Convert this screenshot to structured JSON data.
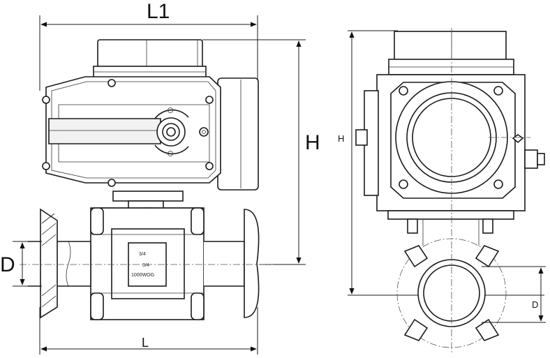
{
  "front_view": {
    "dim_top": "L1",
    "dim_height": "H",
    "dim_bottom": "L",
    "dim_bore": "D",
    "body_marks": [
      "3/4",
      "3/4",
      "1000WOG"
    ]
  },
  "side_view": {
    "dim_height": "H",
    "dim_bore": "D"
  },
  "colors": {
    "line": "#1a1a1a",
    "background": "#ffffff"
  }
}
